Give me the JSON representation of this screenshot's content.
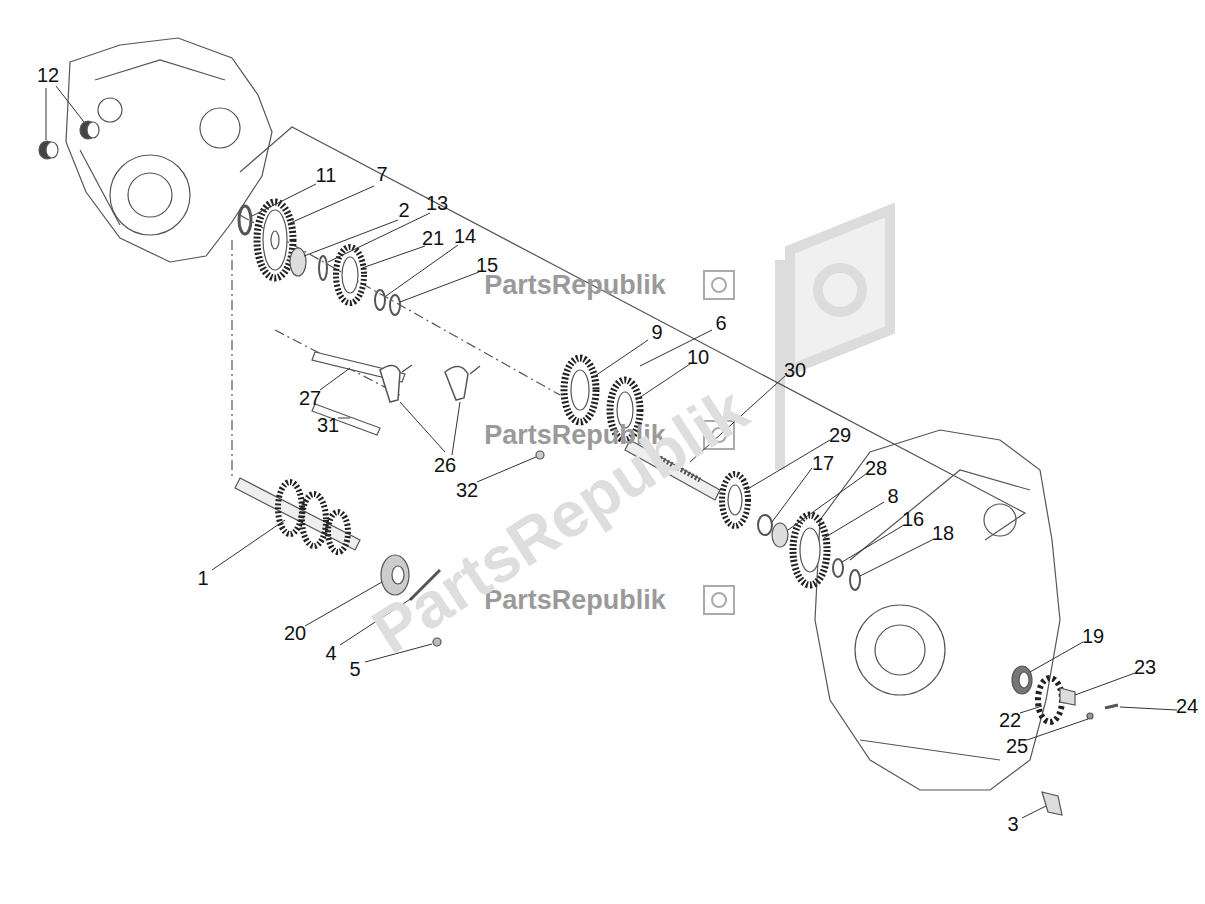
{
  "diagram": {
    "labels": [
      "12",
      "11",
      "7",
      "2",
      "13",
      "21",
      "14",
      "15",
      "6",
      "9",
      "10",
      "30",
      "27",
      "31",
      "26",
      "32",
      "29",
      "17",
      "28",
      "1",
      "8",
      "16",
      "18",
      "20",
      "4",
      "5",
      "19",
      "23",
      "24",
      "22",
      "25",
      "3",
      "PartsRepublik",
      "PartsRepublik",
      "PartsRepublik",
      "PartsRepublik"
    ]
  }
}
